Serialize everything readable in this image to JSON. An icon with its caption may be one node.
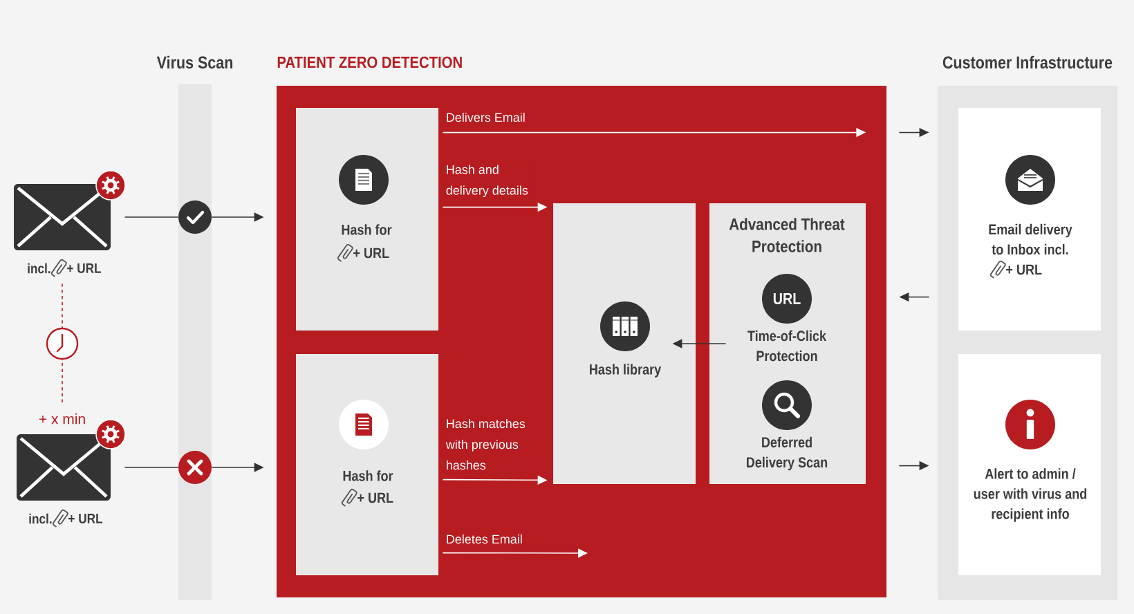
{
  "diagram": {
    "nodes": [
      {
        "text": [
          "incl.",
          "+ URL"
        ]
      },
      {
        "text": [
          "incl.",
          "+ URL"
        ]
      },
      {
        "text": [
          "Virus Scan"
        ]
      },
      {
        "text": [],
        "shape": "circle",
        "in": 2
      },
      {
        "text": [],
        "shape": "circle",
        "in": 2
      },
      {
        "text": [
          "PATIENT ZERO DETECTION"
        ]
      },
      {
        "text": [
          "Hash for",
          "+ URL"
        ],
        "in": 5
      },
      {
        "text": [
          "Hash for",
          "+ URL"
        ],
        "in": 5
      },
      {
        "text": [
          "Hash library"
        ],
        "in": 5
      },
      {
        "text": [
          "Advanced Threat Protection",
          "Time-of-Click Protection",
          "Deferred Delivery Scan"
        ],
        "in": 5
      },
      {
        "text": [
          "URL"
        ],
        "in": 9
      },
      {
        "text": [
          "Customer Infrastructure"
        ]
      },
      {
        "text": [
          "Email delivery to Inbox incl.",
          "+ URL"
        ],
        "in": 11
      },
      {
        "text": [
          "Alert to admin / user with virus and recipient info"
        ],
        "in": 11
      }
    ],
    "edges": [
      {
        "from": 0,
        "to": 3,
        "arrow": "none"
      },
      {
        "from": 3,
        "to": 5,
        "arrow": "to"
      },
      {
        "from": 0,
        "to": 1,
        "arrow": "none",
        "style": "dashed",
        "color": "#b71c21",
        "label": "+ x min"
      },
      {
        "from": 1,
        "to": 4,
        "arrow": "none"
      },
      {
        "from": 4,
        "to": 5,
        "arrow": "to"
      },
      {
        "from": 6,
        "to": 5,
        "arrow": "to",
        "label": "Delivers Email",
        "color": "#ffffff"
      },
      {
        "from": 6,
        "to": 8,
        "arrow": "to",
        "label": "Hash and delivery details",
        "color": "#ffffff"
      },
      {
        "from": 7,
        "to": 8,
        "arrow": "to",
        "label": "Hash matches with previous hashes",
        "color": "#ffffff"
      },
      {
        "from": 7,
        "to": null,
        "arrow": "to",
        "label": "Deletes Email",
        "color": "#ffffff"
      },
      {
        "from": 9,
        "to": 8,
        "arrow": "to"
      },
      {
        "from": 5,
        "to": 11,
        "arrow": "to"
      },
      {
        "from": 11,
        "to": 5,
        "arrow": "to"
      },
      {
        "from": 5,
        "to": 11,
        "arrow": "to"
      }
    ]
  }
}
